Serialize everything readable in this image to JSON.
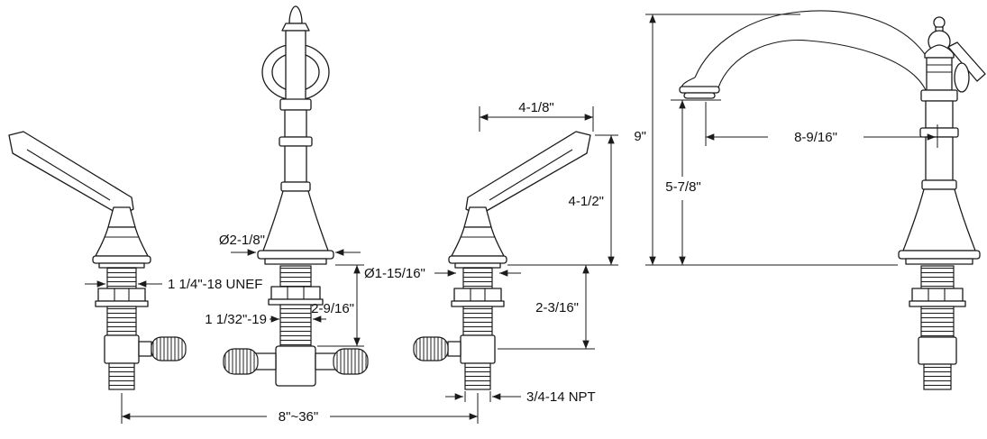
{
  "diagram": {
    "type": "technical-drawing",
    "subject": "two-handle widespread faucet dimension drawing, front view and side view",
    "views": {
      "front": {
        "dims": {
          "handle_reach": "4-1/8\"",
          "handle_height": "4-1/2\"",
          "spout_base_diameter": "Ø2-1/8\"",
          "handle_shank_thread": "1 1/4\"-18 UNEF",
          "spout_shank_length": "2-9/16\"",
          "spout_shank_thread": "1 1/32\"-19",
          "handle_base_diameter": "Ø1-15/16\"",
          "handle_shank_length": "2-3/16\"",
          "supply_thread": "3/4-14 NPT",
          "spread": "8\"~36\""
        }
      },
      "side": {
        "dims": {
          "overall_height": "9\"",
          "spout_outlet_height": "5-7/8\"",
          "spout_reach": "8-9/16\""
        }
      }
    },
    "colors": {
      "line": "#1b1b1b",
      "background": "#ffffff"
    }
  }
}
